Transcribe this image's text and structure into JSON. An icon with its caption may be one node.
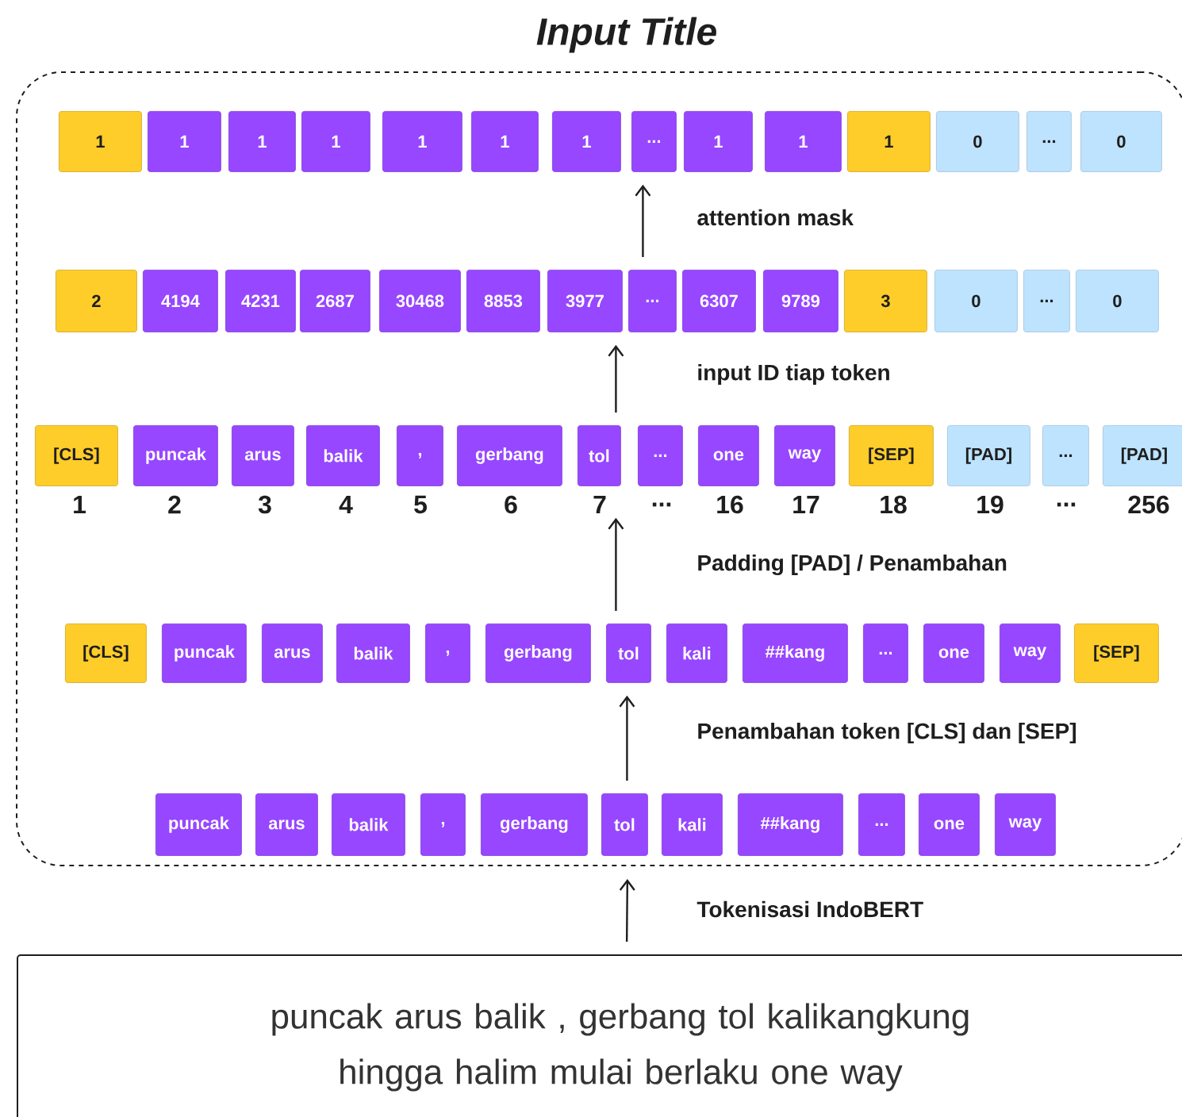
{
  "diagram": {
    "title": "Input Title",
    "nodes": [
      {
        "text": [],
        "shape": "box"
      },
      {
        "text": [
          "1"
        ],
        "in": 0
      },
      {
        "text": [
          "1"
        ],
        "in": 0
      },
      {
        "text": [
          "1"
        ],
        "in": 0
      },
      {
        "text": [
          "1"
        ],
        "in": 0
      },
      {
        "text": [
          "1"
        ],
        "in": 0
      },
      {
        "text": [
          "1"
        ],
        "in": 0
      },
      {
        "text": [
          "1"
        ],
        "in": 0
      },
      {
        "text": [
          "..."
        ],
        "in": 0
      },
      {
        "text": [
          "1"
        ],
        "in": 0
      },
      {
        "text": [
          "1"
        ],
        "in": 0
      },
      {
        "text": [
          "1"
        ],
        "in": 0
      },
      {
        "text": [
          "0"
        ],
        "in": 0
      },
      {
        "text": [
          "..."
        ],
        "in": 0
      },
      {
        "text": [
          "0"
        ],
        "in": 0
      },
      {
        "text": [
          "2"
        ],
        "in": 0
      },
      {
        "text": [
          "4194"
        ],
        "in": 0
      },
      {
        "text": [
          "4231"
        ],
        "in": 0
      },
      {
        "text": [
          "2687"
        ],
        "in": 0
      },
      {
        "text": [
          "30468"
        ],
        "in": 0
      },
      {
        "text": [
          "8853"
        ],
        "in": 0
      },
      {
        "text": [
          "3977"
        ],
        "in": 0
      },
      {
        "text": [
          "..."
        ],
        "in": 0
      },
      {
        "text": [
          "6307"
        ],
        "in": 0
      },
      {
        "text": [
          "9789"
        ],
        "in": 0
      },
      {
        "text": [
          "3"
        ],
        "in": 0
      },
      {
        "text": [
          "0"
        ],
        "in": 0
      },
      {
        "text": [
          "..."
        ],
        "in": 0
      },
      {
        "text": [
          "0"
        ],
        "in": 0
      },
      {
        "text": [
          "[CLS]"
        ],
        "in": 0
      },
      {
        "text": [
          "puncak"
        ],
        "in": 0
      },
      {
        "text": [
          "arus"
        ],
        "in": 0
      },
      {
        "text": [
          "balik"
        ],
        "in": 0
      },
      {
        "text": [
          ","
        ],
        "in": 0
      },
      {
        "text": [
          "gerbang"
        ],
        "in": 0
      },
      {
        "text": [
          "tol"
        ],
        "in": 0
      },
      {
        "text": [
          "..."
        ],
        "in": 0
      },
      {
        "text": [
          "one"
        ],
        "in": 0
      },
      {
        "text": [
          "way"
        ],
        "in": 0
      },
      {
        "text": [
          "[SEP]"
        ],
        "in": 0
      },
      {
        "text": [
          "[PAD]"
        ],
        "in": 0
      },
      {
        "text": [
          "..."
        ],
        "in": 0
      },
      {
        "text": [
          "[PAD]"
        ],
        "in": 0
      },
      {
        "text": [
          "[CLS]"
        ],
        "in": 0
      },
      {
        "text": [
          "puncak"
        ],
        "in": 0
      },
      {
        "text": [
          "arus"
        ],
        "in": 0
      },
      {
        "text": [
          "balik"
        ],
        "in": 0
      },
      {
        "text": [
          ","
        ],
        "in": 0
      },
      {
        "text": [
          "gerbang"
        ],
        "in": 0
      },
      {
        "text": [
          "tol"
        ],
        "in": 0
      },
      {
        "text": [
          "kali"
        ],
        "in": 0
      },
      {
        "text": [
          "##kang"
        ],
        "in": 0
      },
      {
        "text": [
          "..."
        ],
        "in": 0
      },
      {
        "text": [
          "one"
        ],
        "in": 0
      },
      {
        "text": [
          "way"
        ],
        "in": 0
      },
      {
        "text": [
          "[SEP]"
        ],
        "in": 0
      },
      {
        "text": [
          "puncak"
        ],
        "in": 0
      },
      {
        "text": [
          "arus"
        ],
        "in": 0
      },
      {
        "text": [
          "balik"
        ],
        "in": 0
      },
      {
        "text": [
          ","
        ],
        "in": 0
      },
      {
        "text": [
          "gerbang"
        ],
        "in": 0
      },
      {
        "text": [
          "tol"
        ],
        "in": 0
      },
      {
        "text": [
          "kali"
        ],
        "in": 0
      },
      {
        "text": [
          "##kang"
        ],
        "in": 0
      },
      {
        "text": [
          "..."
        ],
        "in": 0
      },
      {
        "text": [
          "one"
        ],
        "in": 0
      },
      {
        "text": [
          "way"
        ],
        "in": 0
      },
      {
        "text": [
          "puncak arus balik , gerbang tol kalikangkung hingga halim mulai berlaku one way"
        ]
      }
    ],
    "edges": [
      {
        "from": 22,
        "to": 8,
        "arrow": "to",
        "label": "attention mask"
      },
      {
        "from": 35,
        "to": 21,
        "arrow": "to",
        "label": "input ID tiap token"
      },
      {
        "from": 49,
        "to": 35,
        "arrow": "to",
        "label": "Padding [PAD] / Penambahan"
      },
      {
        "from": 61,
        "to": 49,
        "arrow": "to",
        "label": "Penambahan token [CLS] dan [SEP]"
      },
      {
        "from": 67,
        "to": 0,
        "arrow": "to",
        "label": "Tokenisasi IndoBERT"
      }
    ],
    "labels": [
      "1",
      "2",
      "3",
      "4",
      "5",
      "6",
      "7",
      "...",
      "16",
      "17",
      "18",
      "19",
      "...",
      "256"
    ]
  }
}
